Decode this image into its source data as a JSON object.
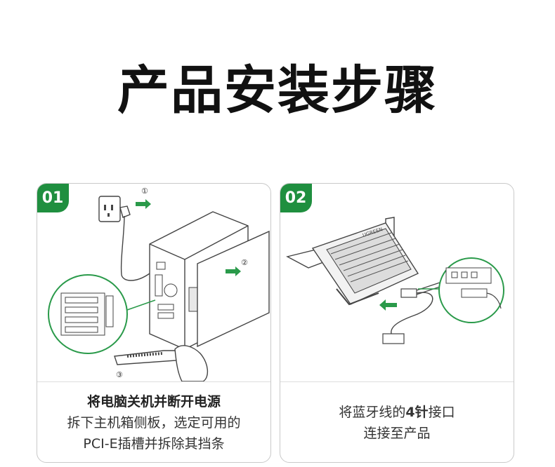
{
  "title": "产品安装步骤",
  "colors": {
    "accent": "#1f8f3f",
    "border": "#c9c9c9",
    "text": "#333333"
  },
  "steps": [
    {
      "number": "01",
      "markers": [
        "①",
        "②",
        "③"
      ],
      "caption_bold": "将电脑关机并断开电源",
      "caption_lines": [
        "拆下主机箱侧板，选定可用的",
        "PCI-E插槽并拆除其挡条"
      ],
      "icons": [
        "power-outlet-icon",
        "plug-icon",
        "pc-case-icon",
        "side-panel-icon",
        "pcie-slot-icon",
        "bracket-icon",
        "hand-icon",
        "arrow-right-icon"
      ]
    },
    {
      "number": "02",
      "caption_line1_pre": "将蓝牙线的",
      "caption_line1_bold": "4针",
      "caption_line1_post": "接口",
      "caption_line2": "连接至产品",
      "card_brand": "UGREEN",
      "icons": [
        "pcie-card-icon",
        "bluetooth-cable-icon",
        "connector-icon",
        "arrow-left-icon"
      ]
    }
  ]
}
